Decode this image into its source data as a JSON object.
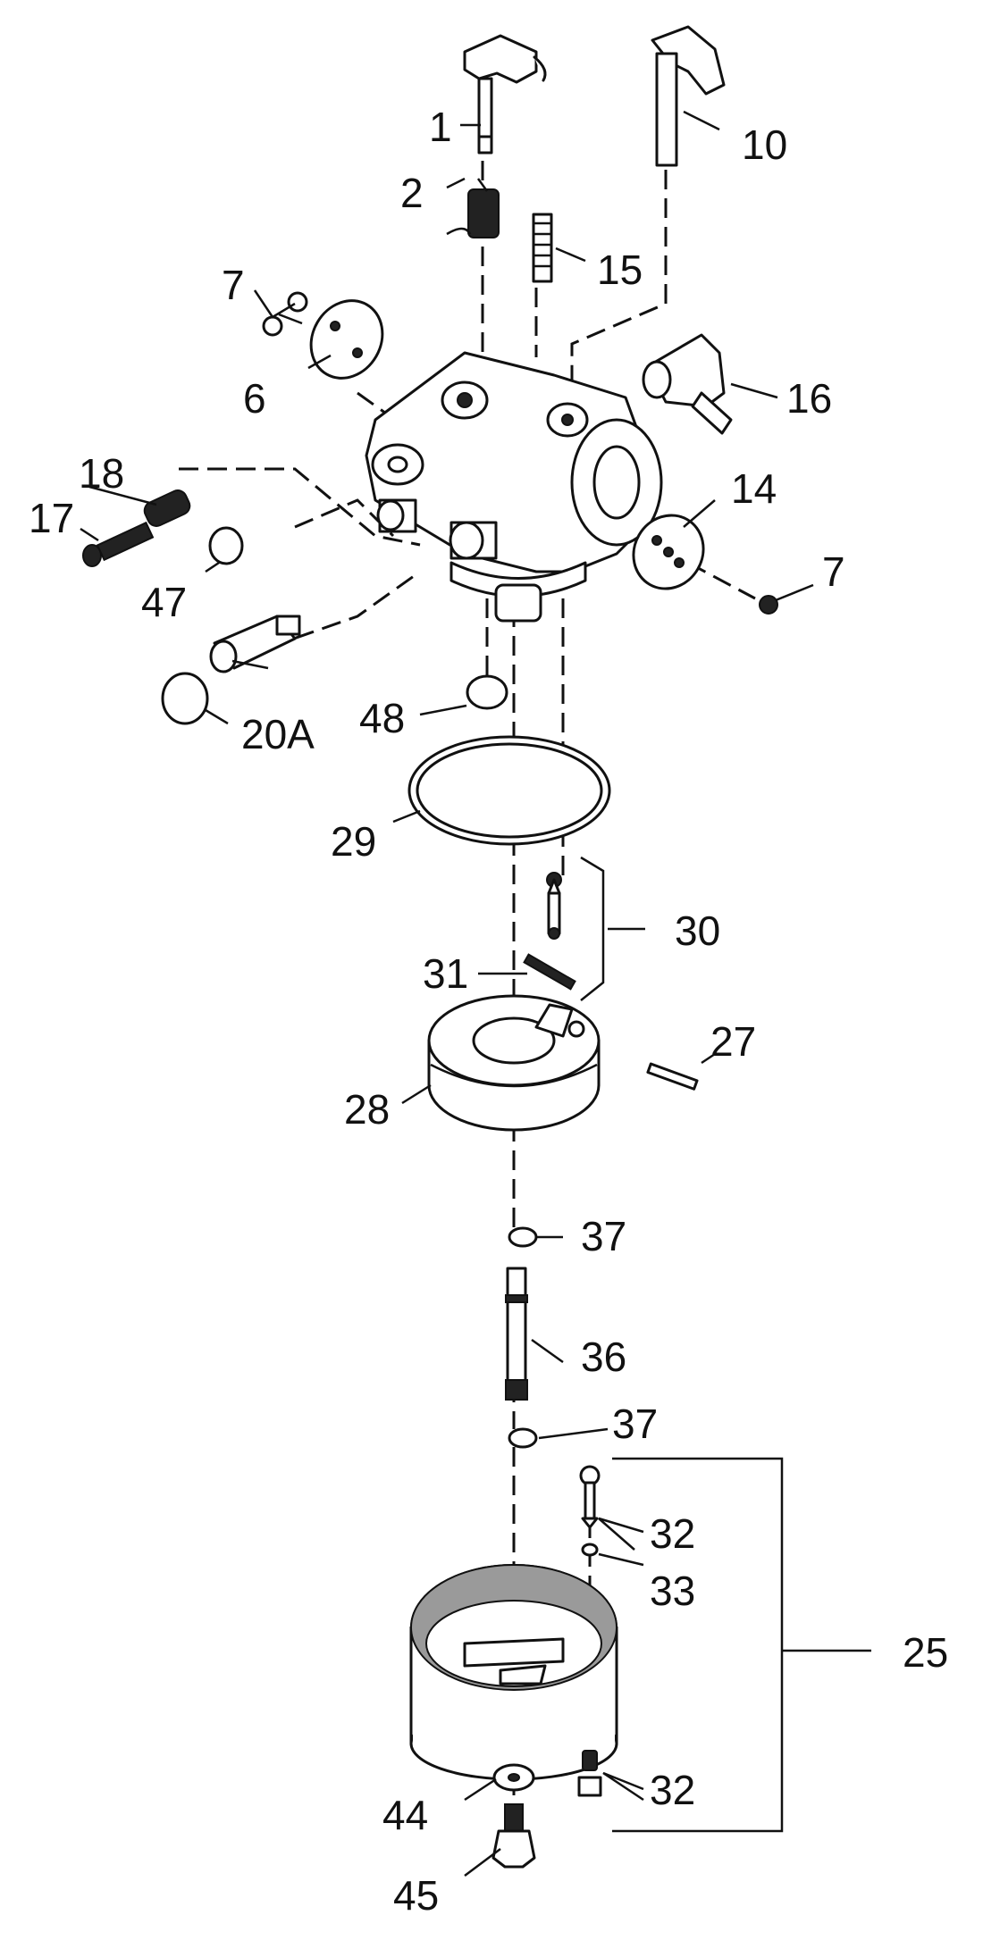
{
  "parts": [
    {
      "id": "p1",
      "label": "1"
    },
    {
      "id": "p2",
      "label": "2"
    },
    {
      "id": "p10",
      "label": "10"
    },
    {
      "id": "p7a",
      "label": "7"
    },
    {
      "id": "p15",
      "label": "15"
    },
    {
      "id": "p6",
      "label": "6"
    },
    {
      "id": "p16",
      "label": "16"
    },
    {
      "id": "p18",
      "label": "18"
    },
    {
      "id": "p17",
      "label": "17"
    },
    {
      "id": "p14",
      "label": "14"
    },
    {
      "id": "p47",
      "label": "47"
    },
    {
      "id": "p7b",
      "label": "7"
    },
    {
      "id": "p48",
      "label": "48"
    },
    {
      "id": "p20A",
      "label": "20A"
    },
    {
      "id": "p29",
      "label": "29"
    },
    {
      "id": "p30",
      "label": "30"
    },
    {
      "id": "p31",
      "label": "31"
    },
    {
      "id": "p27",
      "label": "27"
    },
    {
      "id": "p28",
      "label": "28"
    },
    {
      "id": "p37a",
      "label": "37"
    },
    {
      "id": "p36",
      "label": "36"
    },
    {
      "id": "p37b",
      "label": "37"
    },
    {
      "id": "p32a",
      "label": "32"
    },
    {
      "id": "p33",
      "label": "33"
    },
    {
      "id": "p25",
      "label": "25"
    },
    {
      "id": "p44",
      "label": "44"
    },
    {
      "id": "p32b",
      "label": "32"
    },
    {
      "id": "p45",
      "label": "45"
    }
  ]
}
